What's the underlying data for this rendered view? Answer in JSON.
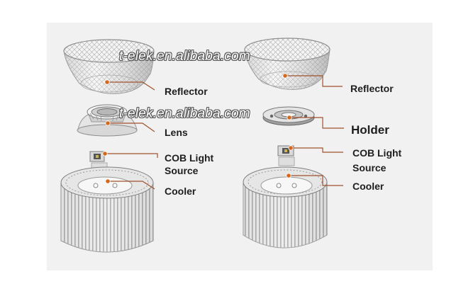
{
  "watermark": "t-elek.en.alibaba.com",
  "left_assembly": {
    "labels": {
      "reflector": "Reflector",
      "lens": "Lens",
      "cob_line1": "COB Light",
      "cob_line2": "Source",
      "cooler": "Cooler"
    }
  },
  "right_assembly": {
    "labels": {
      "reflector": "Reflector",
      "holder": "Holder",
      "cob_line1": "COB Light",
      "cob_line2": "Source",
      "cooler": "Cooler"
    }
  },
  "colors": {
    "leader_line": "#a0522d",
    "point": "#d2691e",
    "panel": "#f1f1f1"
  }
}
